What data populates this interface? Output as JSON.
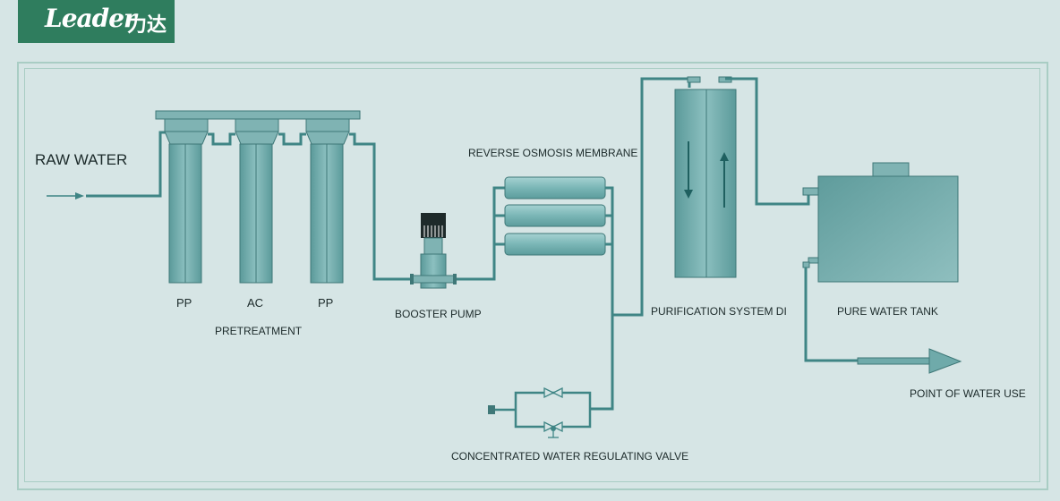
{
  "logo": {
    "text": "Leader",
    "chinese": "力达"
  },
  "labels": {
    "raw_water": "RAW WATER",
    "pp1": "PP",
    "ac": "AC",
    "pp2": "PP",
    "pretreatment": "PRETREATMENT",
    "booster_pump": "BOOSTER PUMP",
    "ro_membrane": "REVERSE OSMOSIS MEMBRANE",
    "purification": "PURIFICATION SYSTEM DI",
    "pure_tank": "PURE WATER TANK",
    "point_of_use": "POINT OF WATER USE",
    "valve": "CONCENTRATED WATER REGULATING VALVE"
  },
  "colors": {
    "background": "#d6e5e5",
    "logo_bg": "#2f7d5e",
    "pipe": "#3f8585",
    "vessel": "#6faaaa",
    "frame": "#a9cdc4"
  }
}
